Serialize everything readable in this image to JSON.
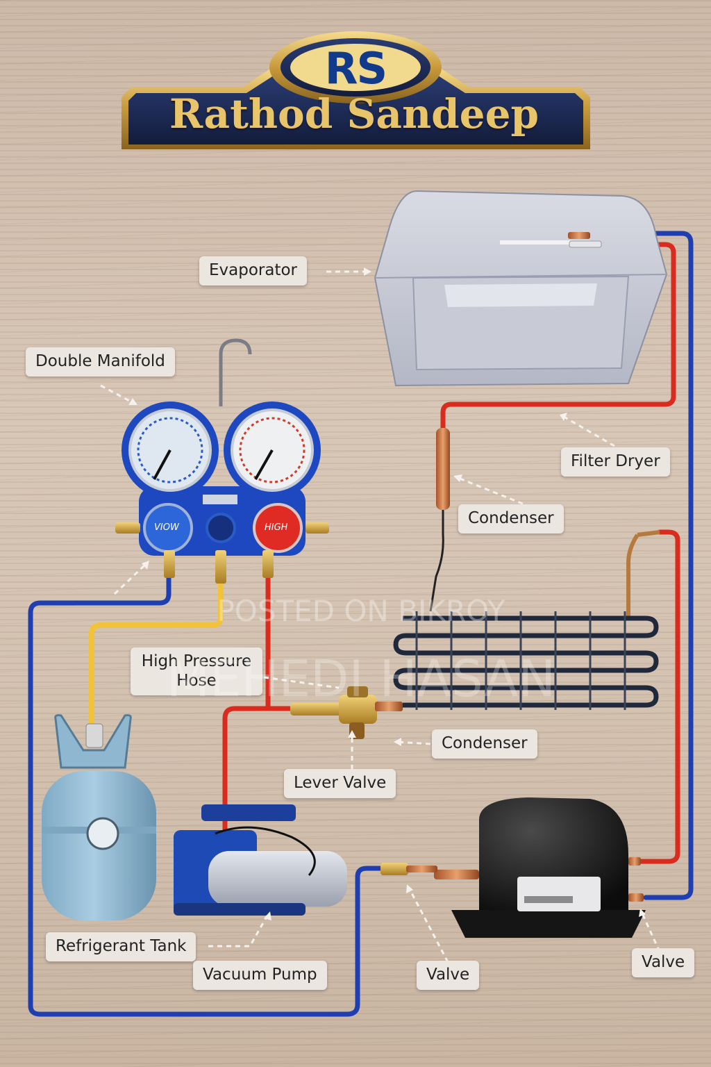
{
  "brand": {
    "logo_text": "RS",
    "name": "Rathod Sandeep",
    "gold": "#e8c46a",
    "navy": "#1b2a55"
  },
  "colors": {
    "low_side_pipe": "#1f3fb0",
    "high_side_pipe": "#d92b1e",
    "charging_hose": "#f0c33a",
    "label_bg": "#ebe6e0"
  },
  "labels": {
    "evaporator": "Evaporator",
    "double_manifold": "Double Manifold",
    "filter_dryer": "Filter Dryer",
    "condenser_top": "Condenser",
    "high_pressure_hose": "High Pressure Hose",
    "condenser_bottom": "Condenser",
    "lever_valve": "Lever Valve",
    "refrigerant_tank": "Refrigerant Tank",
    "vacuum_pump": "Vacuum Pump",
    "valve_center": "Valve",
    "valve_right": "Valve"
  },
  "manifold": {
    "low_knob_text": "VIOW",
    "high_knob_text": "HIGH"
  },
  "watermark": {
    "line1": "POSTED ON BIKROY",
    "line2": "MEHEDI HASAN"
  },
  "icons": {
    "evaporator": "evaporator-icon",
    "manifold": "manifold-gauge-icon",
    "filter_dryer": "filter-dryer-icon",
    "condenser": "condenser-coil-icon",
    "tank": "refrigerant-tank-icon",
    "pump": "vacuum-pump-icon",
    "compressor": "compressor-icon",
    "valve": "valve-icon"
  }
}
